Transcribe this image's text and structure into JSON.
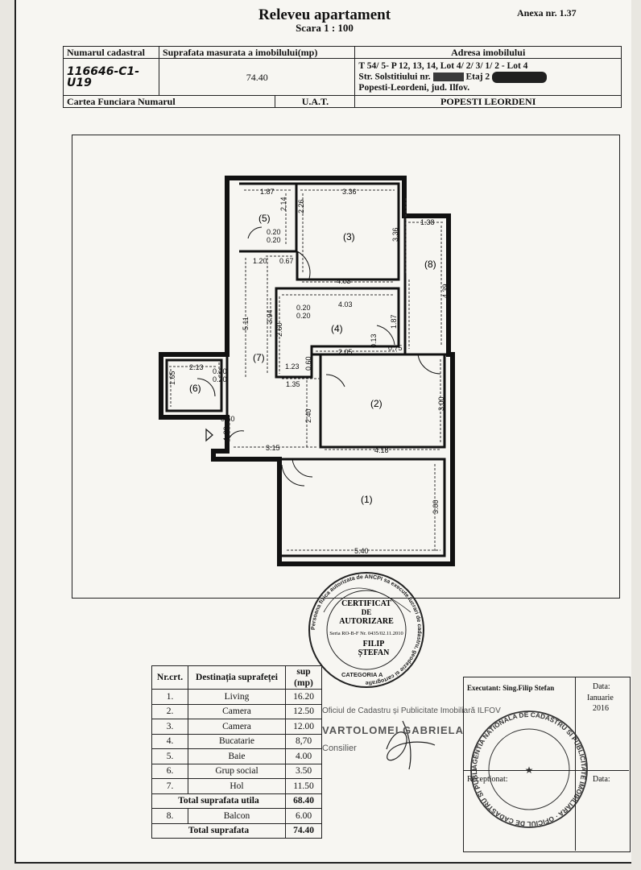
{
  "header": {
    "title": "Releveu apartament",
    "scale": "Scara 1 : 100",
    "annex": "Anexa nr. 1.37"
  },
  "info_table": {
    "cadastral_label": "Numarul cadastral",
    "area_label": "Suprafata masurata a imobilului(mp)",
    "address_label": "Adresa imobilului",
    "cadastral_value": "116646-C1-U19",
    "area_value": "74.40",
    "address_line1": "T 54/ 5- P 12, 13, 14, Lot 4/ 2/ 3/ 1/ 2 - Lot 4",
    "address_line2": "Str. Solstitiului nr.",
    "address_line2b": "Etaj 2",
    "address_line3": "Popesti-Leordeni, jud. Ilfov.",
    "cf_label": "Cartea Funciara Numarul",
    "uat_label": "U.A.T.",
    "uat_value": "POPESTI  LEORDENI"
  },
  "plan": {
    "rooms": [
      "(1)",
      "(2)",
      "(3)",
      "(4)",
      "(5)",
      "(6)",
      "(7)",
      "(8)"
    ],
    "dimensions": [
      "1.87",
      "3.36",
      "2.14",
      "2.26",
      "3.36",
      "1.38",
      "4.39",
      "0.20",
      "0.20",
      "1.20",
      "0.67",
      "4.03",
      "4.03",
      "5.11",
      "3.94",
      "2.60",
      "0.20",
      "0.20",
      "1.87",
      "2.05",
      "0.13",
      "0.75",
      "1.23",
      "0.60",
      "1.35",
      "2.13",
      "0.20",
      "0.20",
      "1.65",
      "0.60",
      "2.40",
      "3.00",
      "1.23",
      "3.15",
      "4.18",
      "3.00",
      "5.40"
    ]
  },
  "stamp": {
    "line1": "CERTIFICAT",
    "line2": "DE",
    "line3": "AUTORIZARE",
    "series": "Seria RO-B-F Nr. 0435/02.11.2010",
    "name1": "FILIP",
    "name2": "ȘTEFAN",
    "ring_text": "Persoana fizica autorizata de ANCPI sa execute lucrari de cadastru, geodezie si cartografie",
    "category": "CATEGORIA A"
  },
  "office_stamp": {
    "office": "Oficiul de Cadastru și Publicitate Imobiliară ILFOV",
    "person": "VARTOLOMEI GABRIELA",
    "role": "Consilier"
  },
  "summary": {
    "head_nr": "Nr.crt.",
    "head_dest": "Destinația suprafeței",
    "head_sup": "sup (mp)",
    "rows": [
      {
        "nr": "1.",
        "name": "Living",
        "sup": "16.20"
      },
      {
        "nr": "2.",
        "name": "Camera",
        "sup": "12.50"
      },
      {
        "nr": "3.",
        "name": "Camera",
        "sup": "12.00"
      },
      {
        "nr": "4.",
        "name": "Bucatarie",
        "sup": "8,70"
      },
      {
        "nr": "5.",
        "name": "Baie",
        "sup": "4.00"
      },
      {
        "nr": "6.",
        "name": "Grup social",
        "sup": "3.50"
      },
      {
        "nr": "7.",
        "name": "Hol",
        "sup": "11.50"
      }
    ],
    "util_label": "Total suprafata utila",
    "util_value": "68.40",
    "balcon_nr": "8.",
    "balcon_label": "Balcon",
    "balcon_value": "6.00",
    "total_label": "Total suprafata",
    "total_value": "74.40"
  },
  "executant": {
    "label": "Executant: Sing.Filip Stefan",
    "data_label": "Data:",
    "data_value1": "Ianuarie",
    "data_value2": "2016",
    "receptionat": "Receptionat:",
    "data2": "Data:"
  },
  "ancpi_stamp": {
    "ring_text": "AGENTIA NATIONALA DE CADASTRU SI PUBLICITATE IMOBILIARA · OFICIUL DE CADASTRU SI PUBLICITATE IMOBILIARA ILFOV · SERVICIUL CADASTRU ·"
  }
}
